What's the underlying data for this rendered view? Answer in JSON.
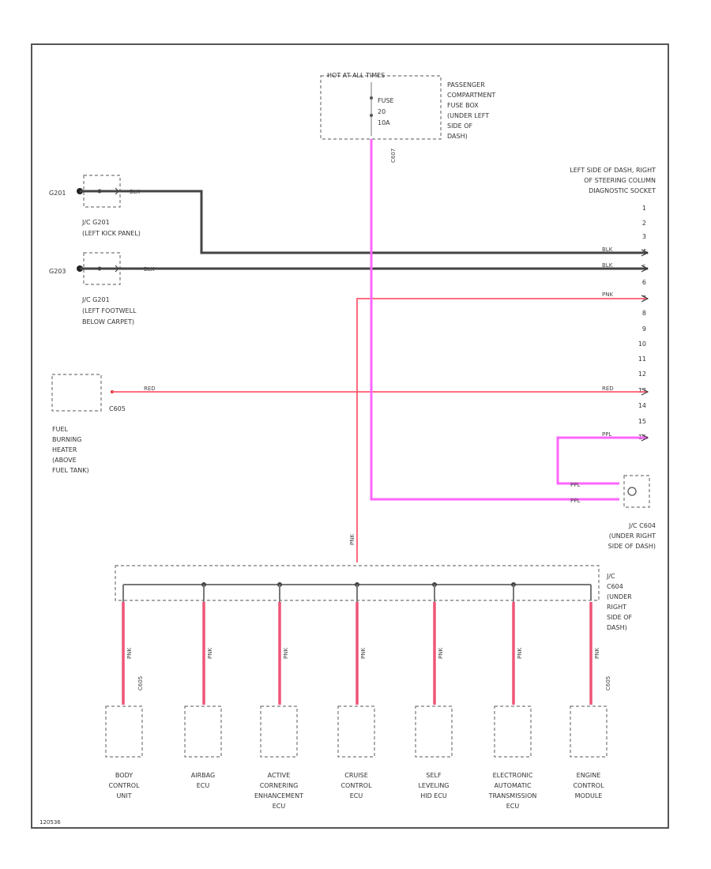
{
  "fuse_box": {
    "header": "HOT AT ALL TIMES",
    "fuse_lines": [
      "FUSE",
      "20",
      "10A"
    ],
    "label_lines": [
      "PASSENGER",
      "COMPARTMENT",
      "FUSE BOX",
      "(UNDER LEFT",
      "SIDE OF",
      "DASH)"
    ],
    "wire_code": "C607"
  },
  "dlc": {
    "label_lines": [
      "LEFT SIDE OF DASH, RIGHT",
      "OF STEERING COLUMN",
      "DIAGNOSTIC SOCKET"
    ],
    "pins": [
      "1",
      "2",
      "3",
      "4",
      "5",
      "6",
      "7",
      "8",
      "9",
      "10",
      "11",
      "12",
      "13",
      "14",
      "15",
      "16"
    ]
  },
  "ground_g201": {
    "ground": "G201",
    "label_lines": [
      "J/C G201",
      "(LEFT KICK PANEL)"
    ],
    "wire_color": "BLK"
  },
  "ground_g203": {
    "ground": "G203",
    "label_lines": [
      "J/C G201",
      "(LEFT FOOTWELL",
      "BELOW CARPET)"
    ],
    "wire_color": "BLK"
  },
  "dlc_wires": {
    "pin4": "BLK",
    "pin5": "BLK",
    "pin7": "PNK",
    "pin13": "RED",
    "pin16": "PPL"
  },
  "fuel_heater": {
    "connector": "C605",
    "wire_color": "RED",
    "label_lines": [
      "FUEL",
      "BURNING",
      "HEATER",
      "(ABOVE",
      "FUEL TANK)"
    ]
  },
  "jc_c604": {
    "label_lines": [
      "J/C C604",
      "(UNDER RIGHT",
      "SIDE OF DASH)"
    ],
    "wire1": "PPL",
    "wire2": "PPL"
  },
  "jc_bus": {
    "label_lines": [
      "J/C",
      "C604",
      "(UNDER",
      "RIGHT",
      "SIDE OF",
      "DASH)"
    ],
    "feed_wire": "PNK"
  },
  "modules": [
    {
      "lines": [
        "BODY",
        "CONTROL",
        "UNIT"
      ],
      "wire": "PNK",
      "conn": "C605"
    },
    {
      "lines": [
        "AIRBAG",
        "ECU"
      ],
      "wire": "PNK",
      "conn": ""
    },
    {
      "lines": [
        "ACTIVE",
        "CORNERING",
        "ENHANCEMENT",
        "ECU"
      ],
      "wire": "PNK",
      "conn": ""
    },
    {
      "lines": [
        "CRUISE",
        "CONTROL",
        "ECU"
      ],
      "wire": "PNK",
      "conn": ""
    },
    {
      "lines": [
        "SELF",
        "LEVELING",
        "HID ECU"
      ],
      "wire": "PNK",
      "conn": ""
    },
    {
      "lines": [
        "ELECTRONIC",
        "AUTOMATIC",
        "TRANSMISSION",
        "ECU"
      ],
      "wire": "PNK",
      "conn": ""
    },
    {
      "lines": [
        "ENGINE",
        "CONTROL",
        "MODULE"
      ],
      "wire": "PNK",
      "conn": "C605"
    }
  ],
  "footer_code": "120536",
  "colors": {
    "pink_wire": "#ff66ff",
    "red_wire": "#ff5a6e",
    "black_wire": "#444444"
  }
}
